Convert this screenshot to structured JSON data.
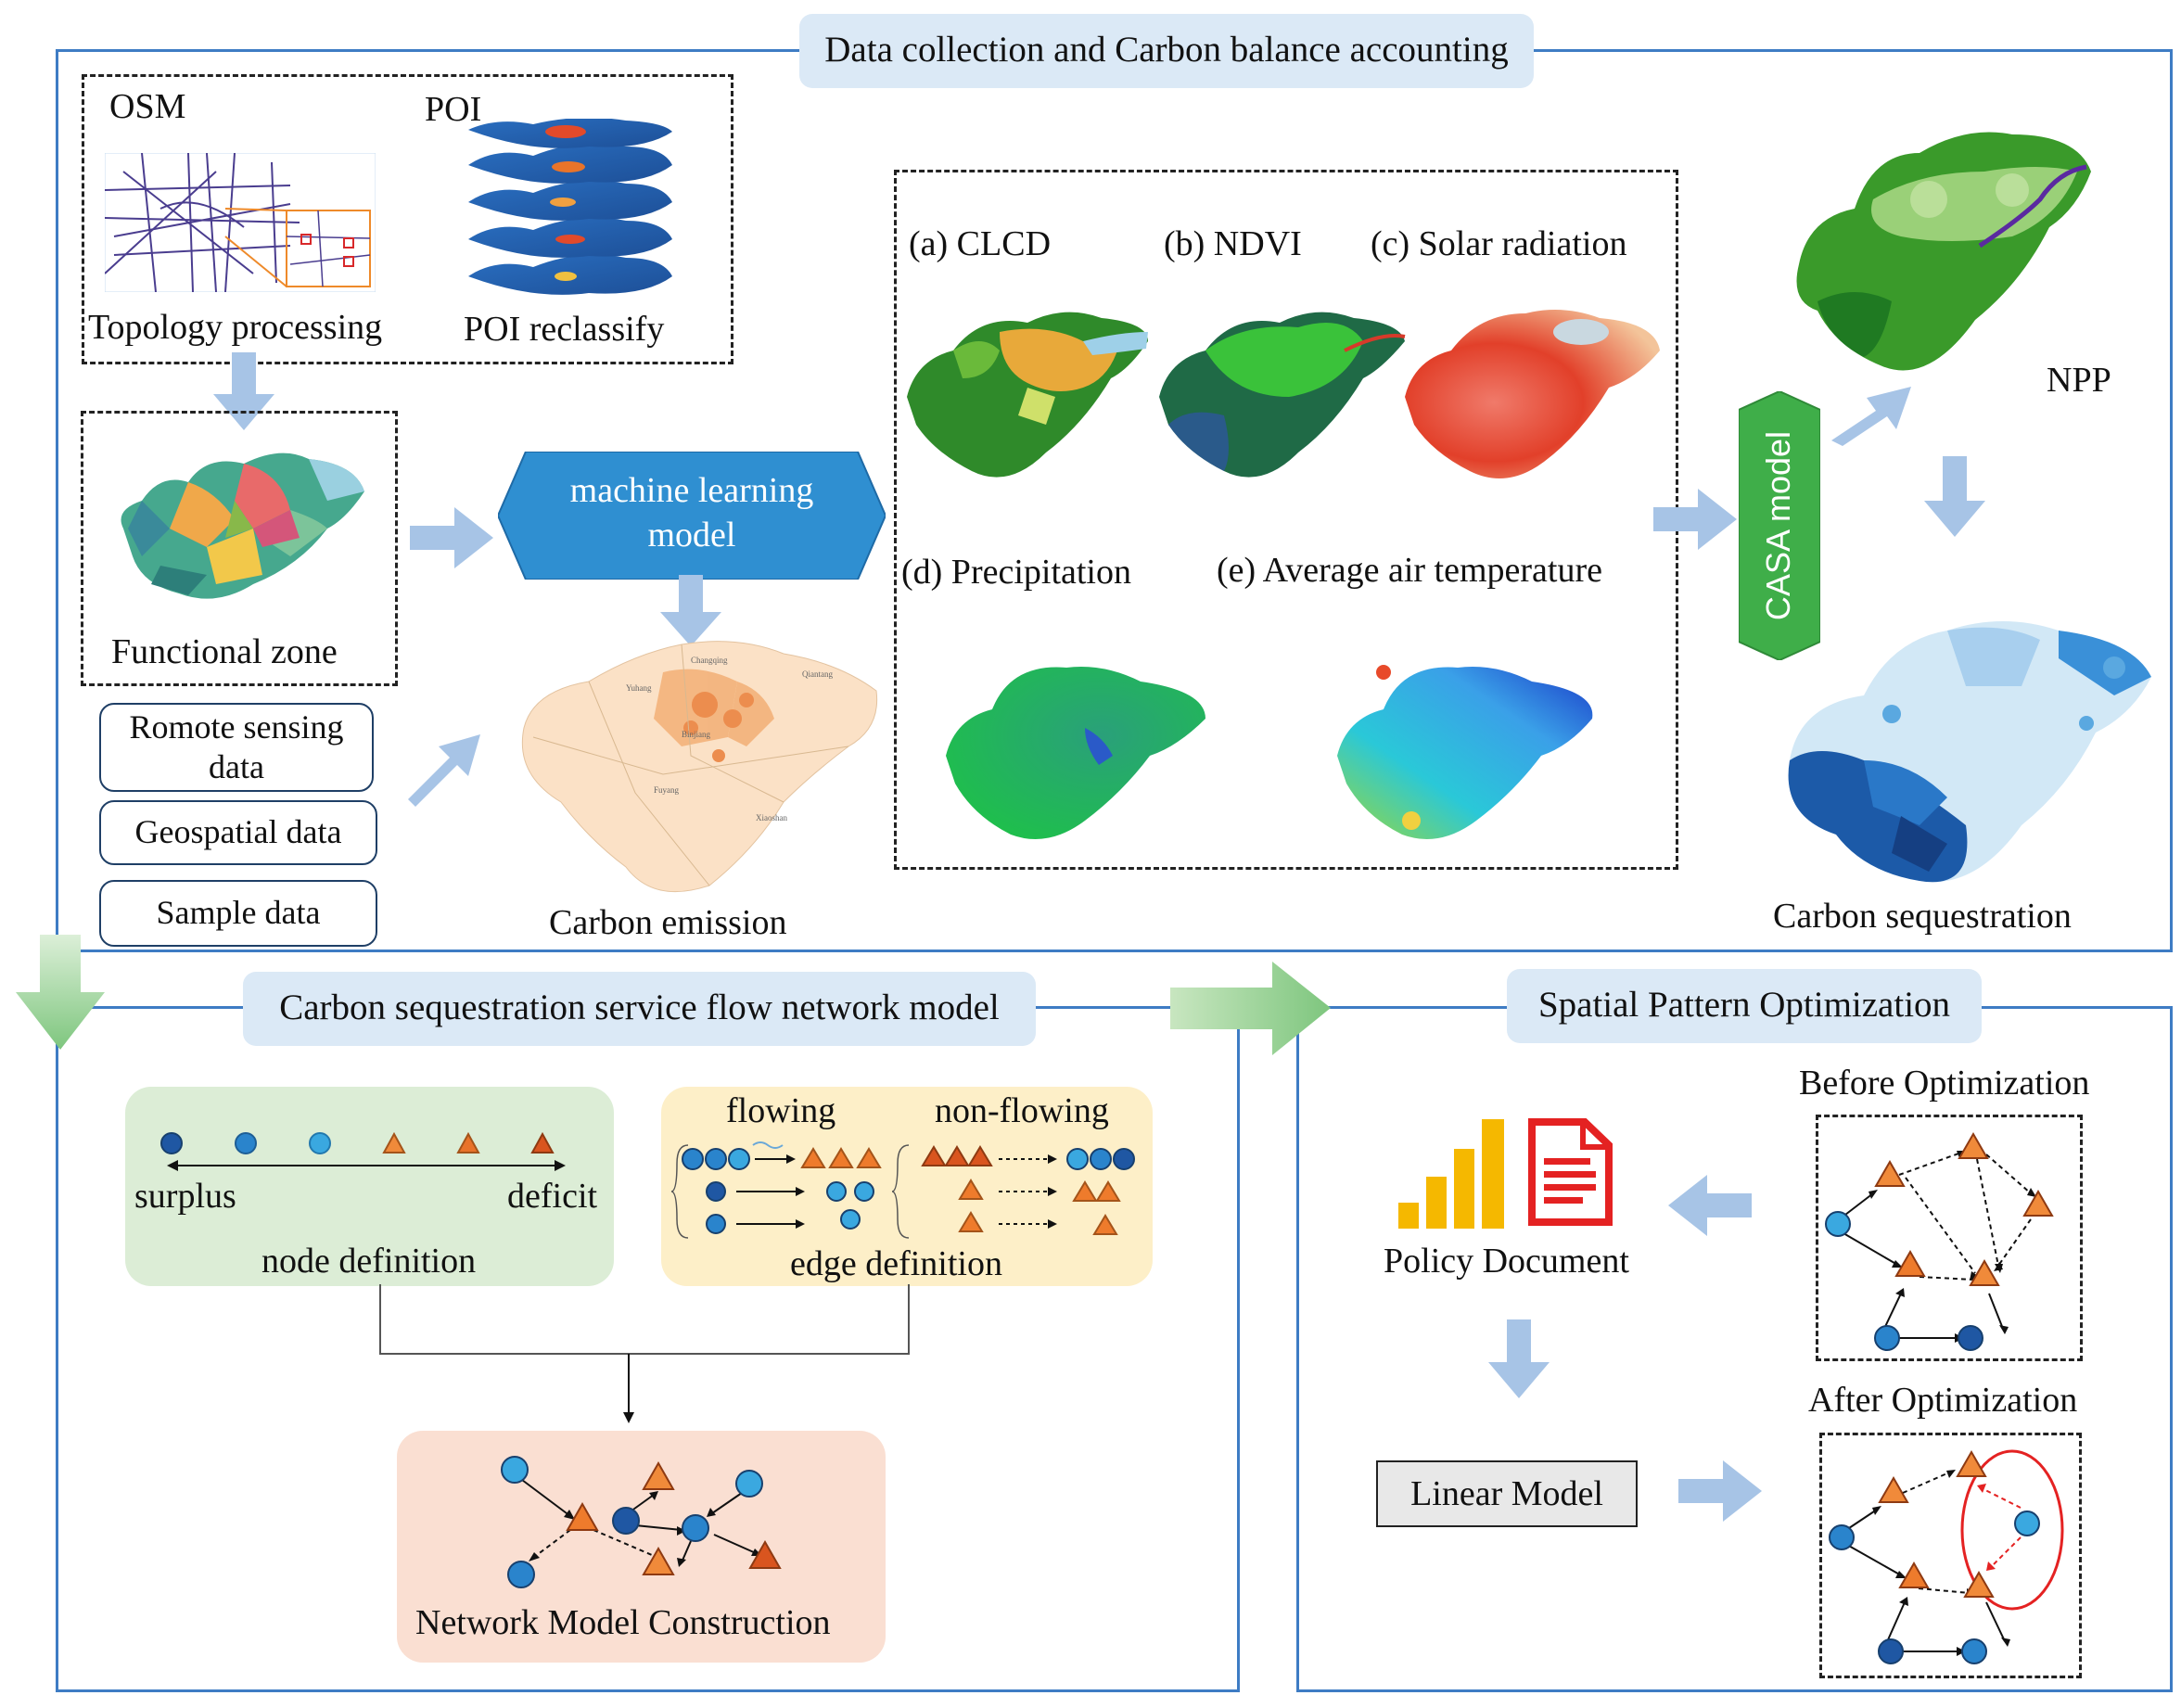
{
  "section_top": {
    "title": "Data collection and Carbon balance accounting",
    "osm_label": "OSM",
    "poi_label": "POI",
    "topology_label": "Topology processing",
    "poi_reclassify_label": "POI reclassify",
    "functional_zone_label": "Functional zone",
    "ml_model_label": "machine learning model",
    "data_sources": [
      "Romote sensing data",
      "Geospatial data",
      "Sample data"
    ],
    "carbon_emission_label": "Carbon emission",
    "factors": {
      "a": "(a) CLCD",
      "b": "(b) NDVI",
      "c": "(c) Solar radiation",
      "d": "(d) Precipitation",
      "e": "(e) Average air temperature"
    },
    "casa_label": "CASA model",
    "npp_label": "NPP",
    "carbon_sequestration_label": "Carbon sequestration"
  },
  "section_left": {
    "title": "Carbon sequestration service flow network model",
    "surplus_label": "surplus",
    "deficit_label": "deficit",
    "node_definition_label": "node definition",
    "flowing_label": "flowing",
    "non_flowing_label": "non-flowing",
    "edge_definition_label": "edge definition",
    "network_label": "Network Model Construction"
  },
  "section_right": {
    "title": "Spatial Pattern Optimization",
    "before_label": "Before Optimization",
    "after_label": "After Optimization",
    "policy_label": "Policy Document",
    "linear_model_label": "Linear Model"
  },
  "colors": {
    "frame_blue": "#3e7cc4",
    "title_bg": "#dbe9f6",
    "node_green_bg": "#dcedd6",
    "edge_yellow_bg": "#fdefc8",
    "network_pink_bg": "#fadfd2",
    "ml_blue": "#2f8fd1",
    "casa_green": "#3fae49",
    "arrow_blue": "#a7c4e6",
    "arrow_green": "#8dc98d",
    "triangle_orange": "#ee7b2c",
    "circle_blue": "#2e86c8"
  }
}
